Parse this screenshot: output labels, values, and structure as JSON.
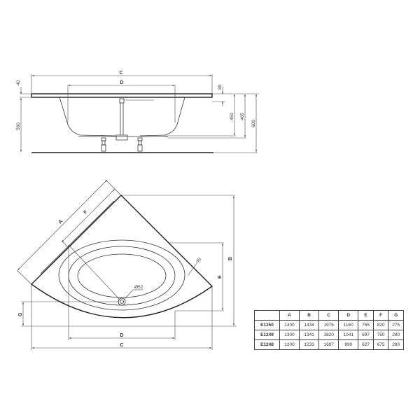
{
  "side_view": {
    "dim_C": "C",
    "dim_D": "D",
    "dim_40": "40",
    "dim_560": "560",
    "dim_80": "80",
    "dim_450": "450",
    "dim_465": "465",
    "dim_600": "600"
  },
  "top_view": {
    "dim_A": "A",
    "dim_F": "F",
    "dim_B": "B",
    "dim_E": "E",
    "dim_G": "G",
    "dim_D": "D",
    "dim_C": "C",
    "dim_70": "70",
    "drain": "Ø52"
  },
  "table": {
    "headers": [
      "",
      "A",
      "B",
      "C",
      "D",
      "E",
      "F",
      "G"
    ],
    "rows": [
      {
        "model": "E1250",
        "values": [
          "1400",
          "1434",
          "1976",
          "1160",
          "755",
          "820",
          "275"
        ]
      },
      {
        "model": "E1249",
        "values": [
          "1300",
          "1341",
          "1820",
          "1041",
          "697",
          "750",
          "280"
        ]
      },
      {
        "model": "E1248",
        "values": [
          "1200",
          "1233",
          "1697",
          "990",
          "627",
          "675",
          "280"
        ]
      }
    ]
  }
}
